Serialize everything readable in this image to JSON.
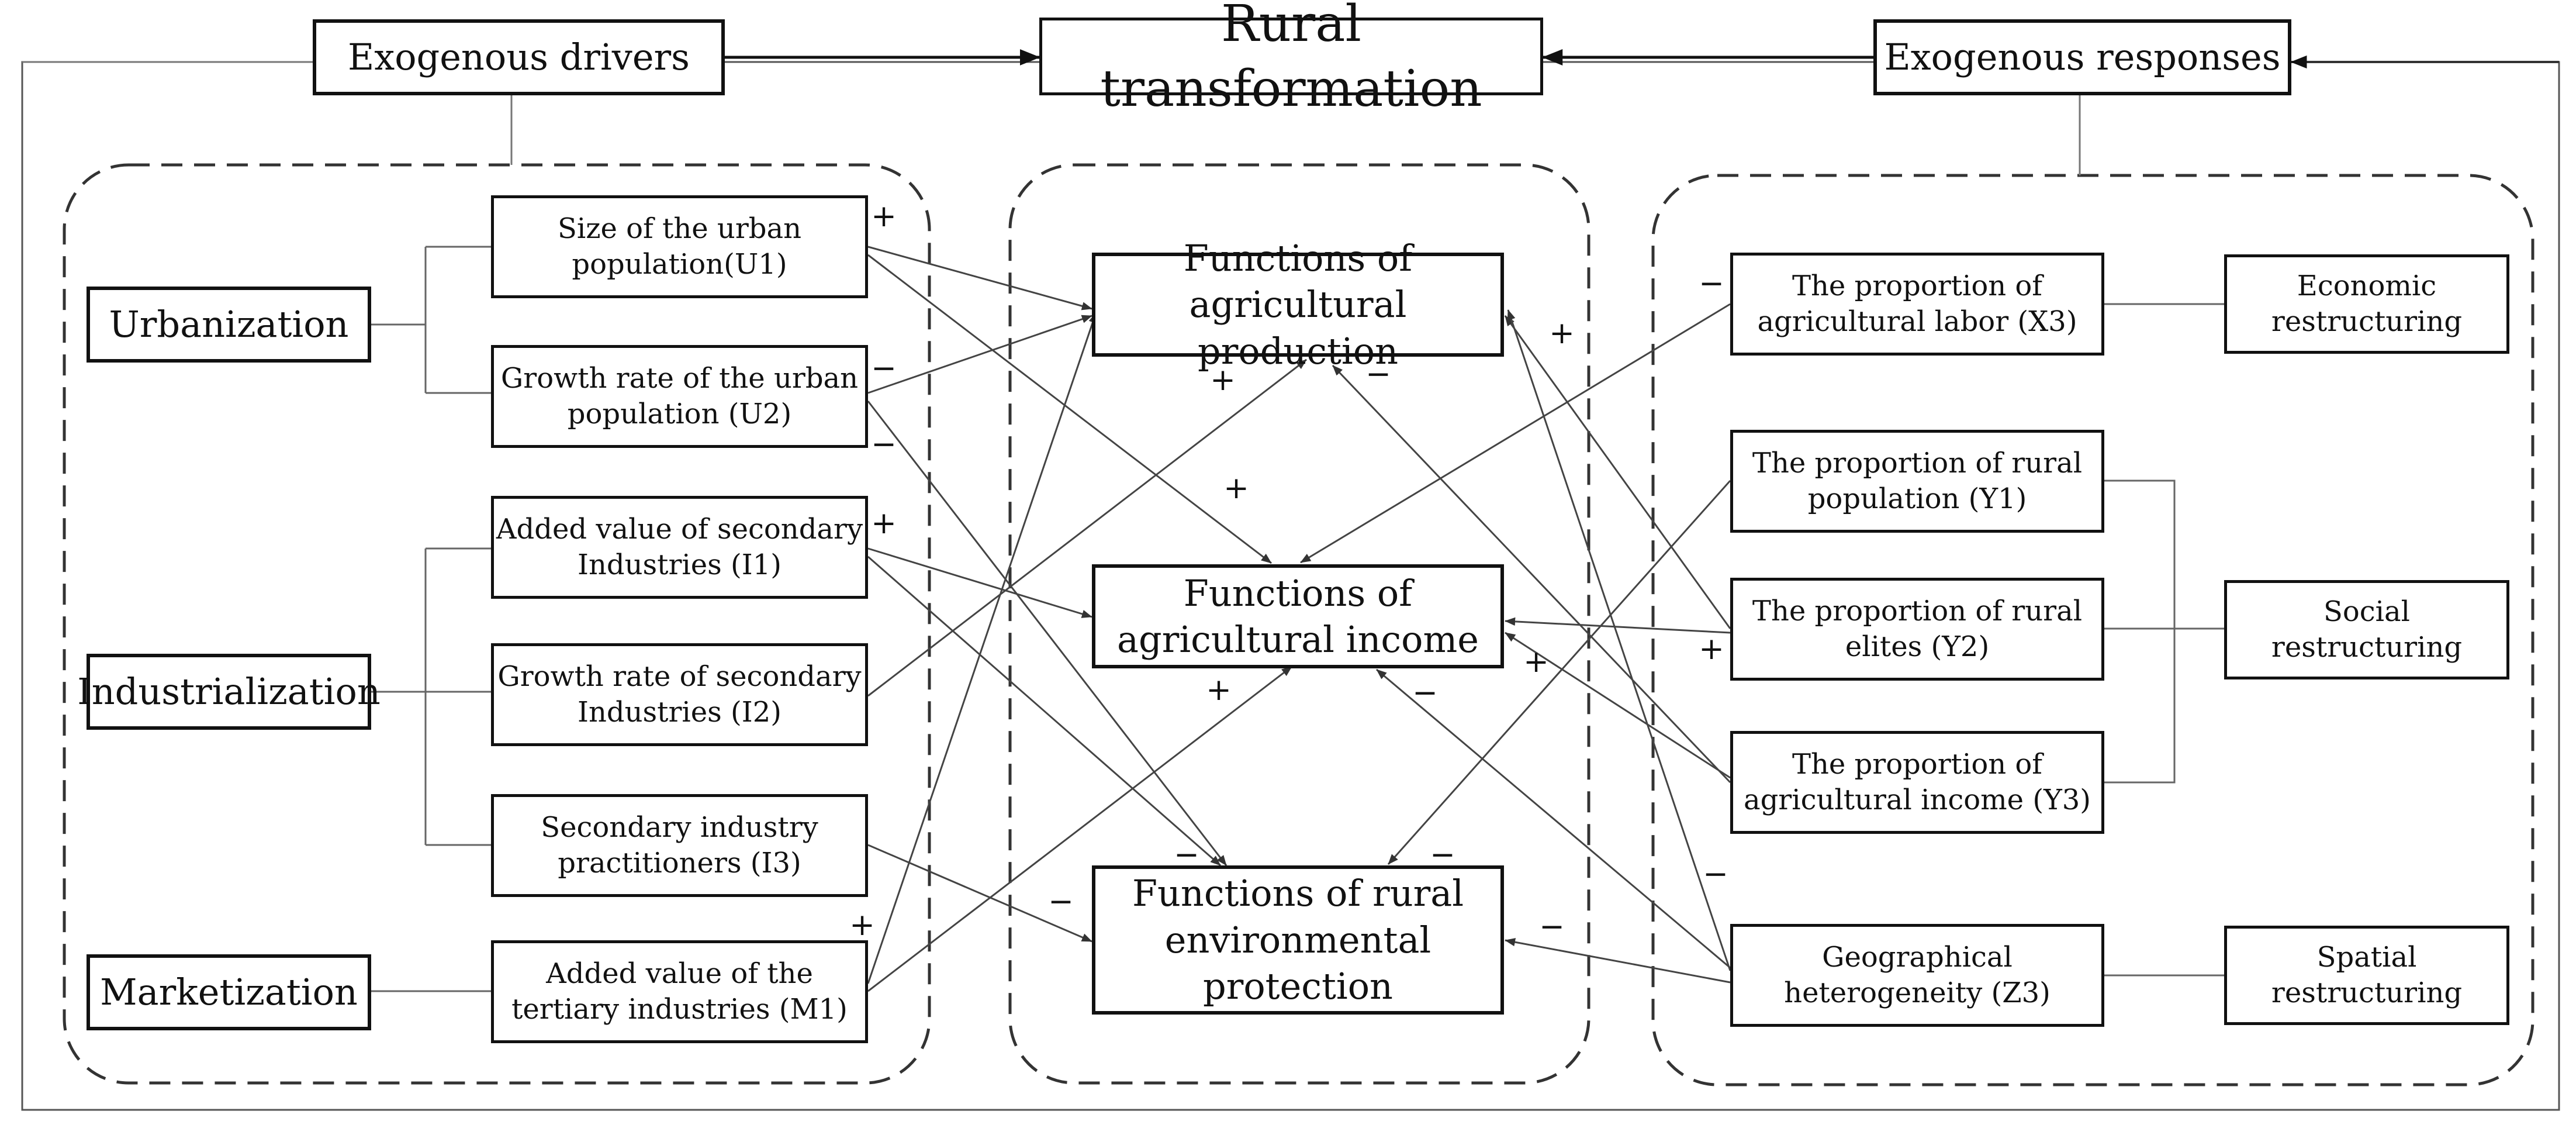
{
  "title": "Rural transformation",
  "top": {
    "drivers": "Exogenous drivers",
    "responses": "Exogenous responses"
  },
  "left_groups": {
    "urbanization": "Urbanization",
    "industrialization": "Industrialization",
    "marketization": "Marketization"
  },
  "indicators": {
    "u1": "Size of the urban population(U1)",
    "u2": "Growth rate of the urban population (U2)",
    "i1": "Added value of secondary Industries (I1)",
    "i2": "Growth rate of secondary Industries (I2)",
    "i3": "Secondary industry practitioners (I3)",
    "m1": "Added value of the tertiary industries (M1)"
  },
  "functions": {
    "production": "Functions of agricultural production",
    "income": "Functions of agricultural income",
    "environment": "Functions of rural environmental protection"
  },
  "responses": {
    "x3": "The proportion of agricultural labor (X3)",
    "y1": "The proportion of rural population (Y1)",
    "y2": "The proportion of rural elites (Y2)",
    "y3": "The proportion of agricultural income (Y3)",
    "z3": "Geographical heterogeneity (Z3)"
  },
  "restructuring": {
    "economic": "Economic restructuring",
    "social": "Social restructuring",
    "spatial": "Spatial restructuring"
  },
  "signs": {
    "plus": "+",
    "minus": "−"
  }
}
